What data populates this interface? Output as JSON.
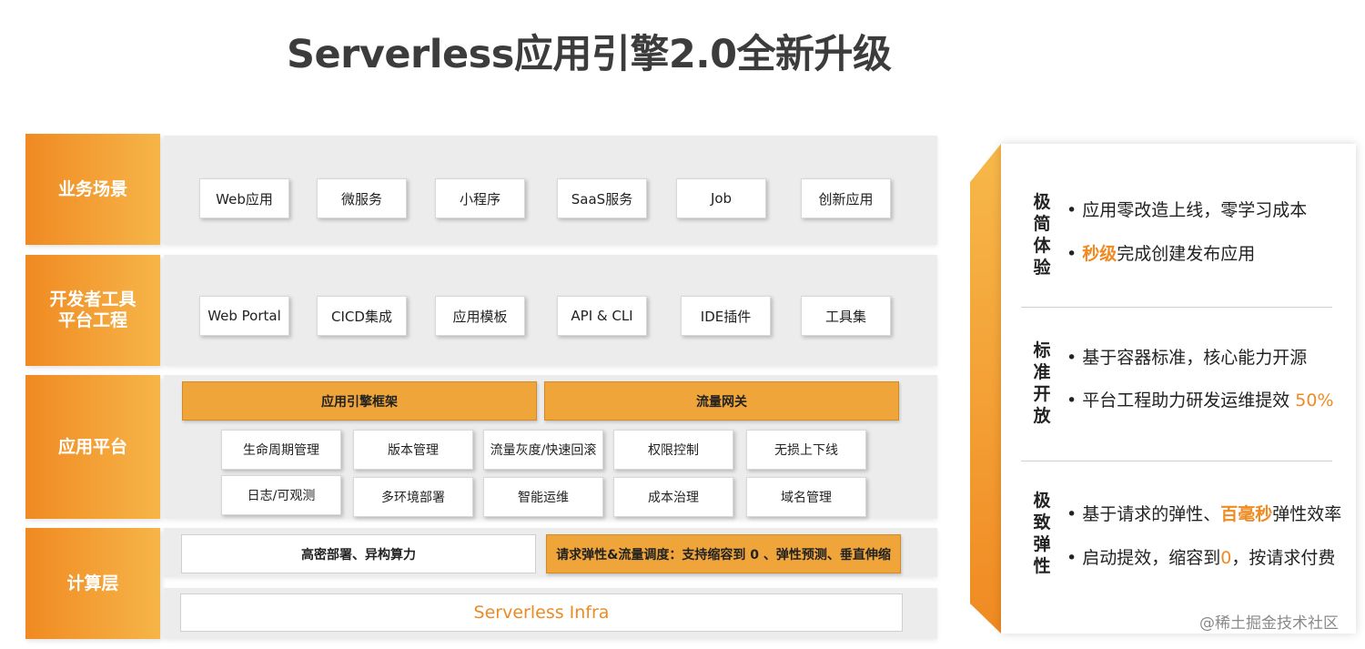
{
  "title": "Serverless应用引擎2.0全新升级",
  "layers": {
    "business": {
      "label": "业务场景",
      "items": [
        "Web应用",
        "微服务",
        "小程序",
        "SaaS服务",
        "Job",
        "创新应用"
      ]
    },
    "devtools": {
      "label_line1": "开发者工具",
      "label_line2": "平台工程",
      "items": [
        "Web Portal",
        "CICD集成",
        "应用模板",
        "API & CLI",
        "IDE插件",
        "工具集"
      ]
    },
    "platform": {
      "label": "应用平台",
      "framework": "应用引擎框架",
      "gateway": "流量网关",
      "row1": [
        "生命周期管理",
        "版本管理",
        "流量灰度/快速回滚",
        "权限控制",
        "无损上下线"
      ],
      "row2": [
        "日志/可观测",
        "多环境部署",
        "智能运维",
        "成本治理",
        "域名管理"
      ]
    },
    "compute": {
      "label": "计算层",
      "deploy": "高密部署、异构算力",
      "elastic": "请求弹性&流量调度：支持缩容到 0 、弹性预测、垂直伸缩",
      "infra": "Serverless Infra"
    }
  },
  "features": [
    {
      "title_chars": [
        "极",
        "简",
        "体",
        "验"
      ],
      "bullets": [
        {
          "prefix": "• 应用零改造上线，零学习成本"
        },
        {
          "pre": "• ",
          "hl": "秒级",
          "post": "完成创建发布应用"
        }
      ]
    },
    {
      "title_chars": [
        "标",
        "准",
        "开",
        "放"
      ],
      "bullets": [
        {
          "prefix": "• 基于容器标准，核心能力开源"
        },
        {
          "pre": "• 平台工程助力研发运维提效 ",
          "hl": "50%",
          "post": ""
        }
      ]
    },
    {
      "title_chars": [
        "极",
        "致",
        "弹",
        "性"
      ],
      "bullets": [
        {
          "pre": "• 基于请求的弹性、",
          "hl": "百毫秒",
          "post": "弹性效率"
        },
        {
          "pre": "• 启动提效，缩容到",
          "hl": "0",
          "post": "，按请求付费"
        }
      ]
    }
  ],
  "watermark": "@稀土掘金技术社区",
  "colors": {
    "accent": "#f08a22",
    "accent_light": "#f6b548",
    "panel": "#ececec"
  }
}
